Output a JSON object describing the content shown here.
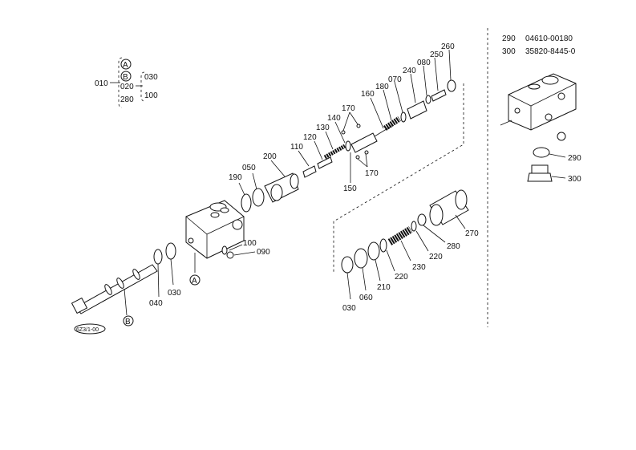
{
  "legend": [
    {
      "num": "290",
      "code": "04610-00180"
    },
    {
      "num": "300",
      "code": "35820-8445-0"
    }
  ],
  "group": {
    "main": "010",
    "callouts": [
      "A",
      "B"
    ],
    "members": [
      "020",
      "280"
    ],
    "sub": [
      "030",
      "100"
    ]
  },
  "labels": {
    "l010": "010",
    "l020": "020",
    "l280": "280",
    "l030a": "030",
    "l100a": "100",
    "l260": "260",
    "l250": "250",
    "l080": "080",
    "l240": "240",
    "l070": "070",
    "l180": "180",
    "l160": "160",
    "l170a": "170",
    "l140": "140",
    "l130": "130",
    "l120": "120",
    "l110": "110",
    "l200": "200",
    "l050": "050",
    "l190": "190",
    "l170b": "170",
    "l150": "150",
    "l100": "100",
    "l090": "090",
    "l040": "040",
    "l030b": "030",
    "l270": "270",
    "l280b": "280",
    "l220a": "220",
    "l230": "230",
    "l220b": "220",
    "l210": "210",
    "l060": "060",
    "l030c": "030",
    "l290": "290",
    "l300": "300",
    "calloutA1": "A",
    "calloutA2": "A",
    "calloutB1": "B",
    "calloutB2": "B",
    "stamp": "6Z3/1-00"
  }
}
